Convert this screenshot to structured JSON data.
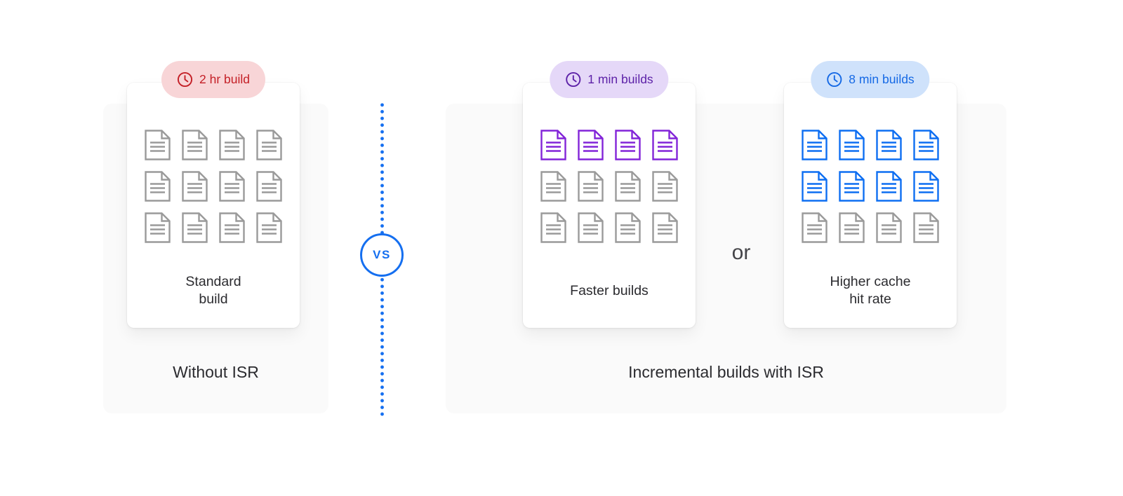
{
  "colors": {
    "accent_blue": "#156ff0",
    "panel_bg": "#fafafa",
    "text_dark": "#2b2b2f",
    "gray_doc": "#9a9a9a",
    "purple_doc": "#8224d8",
    "blue_doc": "#0d6ef2"
  },
  "left_section": {
    "badge": {
      "icon": "clock-icon",
      "label": "2 hr build",
      "bg": "#f8d5d7",
      "fg": "#c41f26"
    },
    "card": {
      "label_lines": [
        "Standard",
        "build"
      ],
      "grid": {
        "cols": 4,
        "row_colors": [
          "gray_doc",
          "gray_doc",
          "gray_doc"
        ]
      }
    },
    "section_label": "Without ISR"
  },
  "divider": {
    "vs_label": "VS"
  },
  "right_section": {
    "card_faster": {
      "badge": {
        "icon": "clock-icon",
        "label": "1 min builds",
        "bg": "#e5d8f8",
        "fg": "#5d22a8"
      },
      "label_lines": [
        "Faster builds"
      ],
      "grid": {
        "cols": 4,
        "row_colors": [
          "purple_doc",
          "gray_doc",
          "gray_doc"
        ]
      }
    },
    "or_label": "or",
    "card_cache": {
      "badge": {
        "icon": "clock-icon",
        "label": "8 min builds",
        "bg": "#cfe2fb",
        "fg": "#1569e5"
      },
      "label_lines": [
        "Higher cache",
        "hit rate"
      ],
      "grid": {
        "cols": 4,
        "row_colors": [
          "blue_doc",
          "blue_doc",
          "gray_doc"
        ]
      }
    },
    "section_label": "Incremental builds with ISR"
  }
}
